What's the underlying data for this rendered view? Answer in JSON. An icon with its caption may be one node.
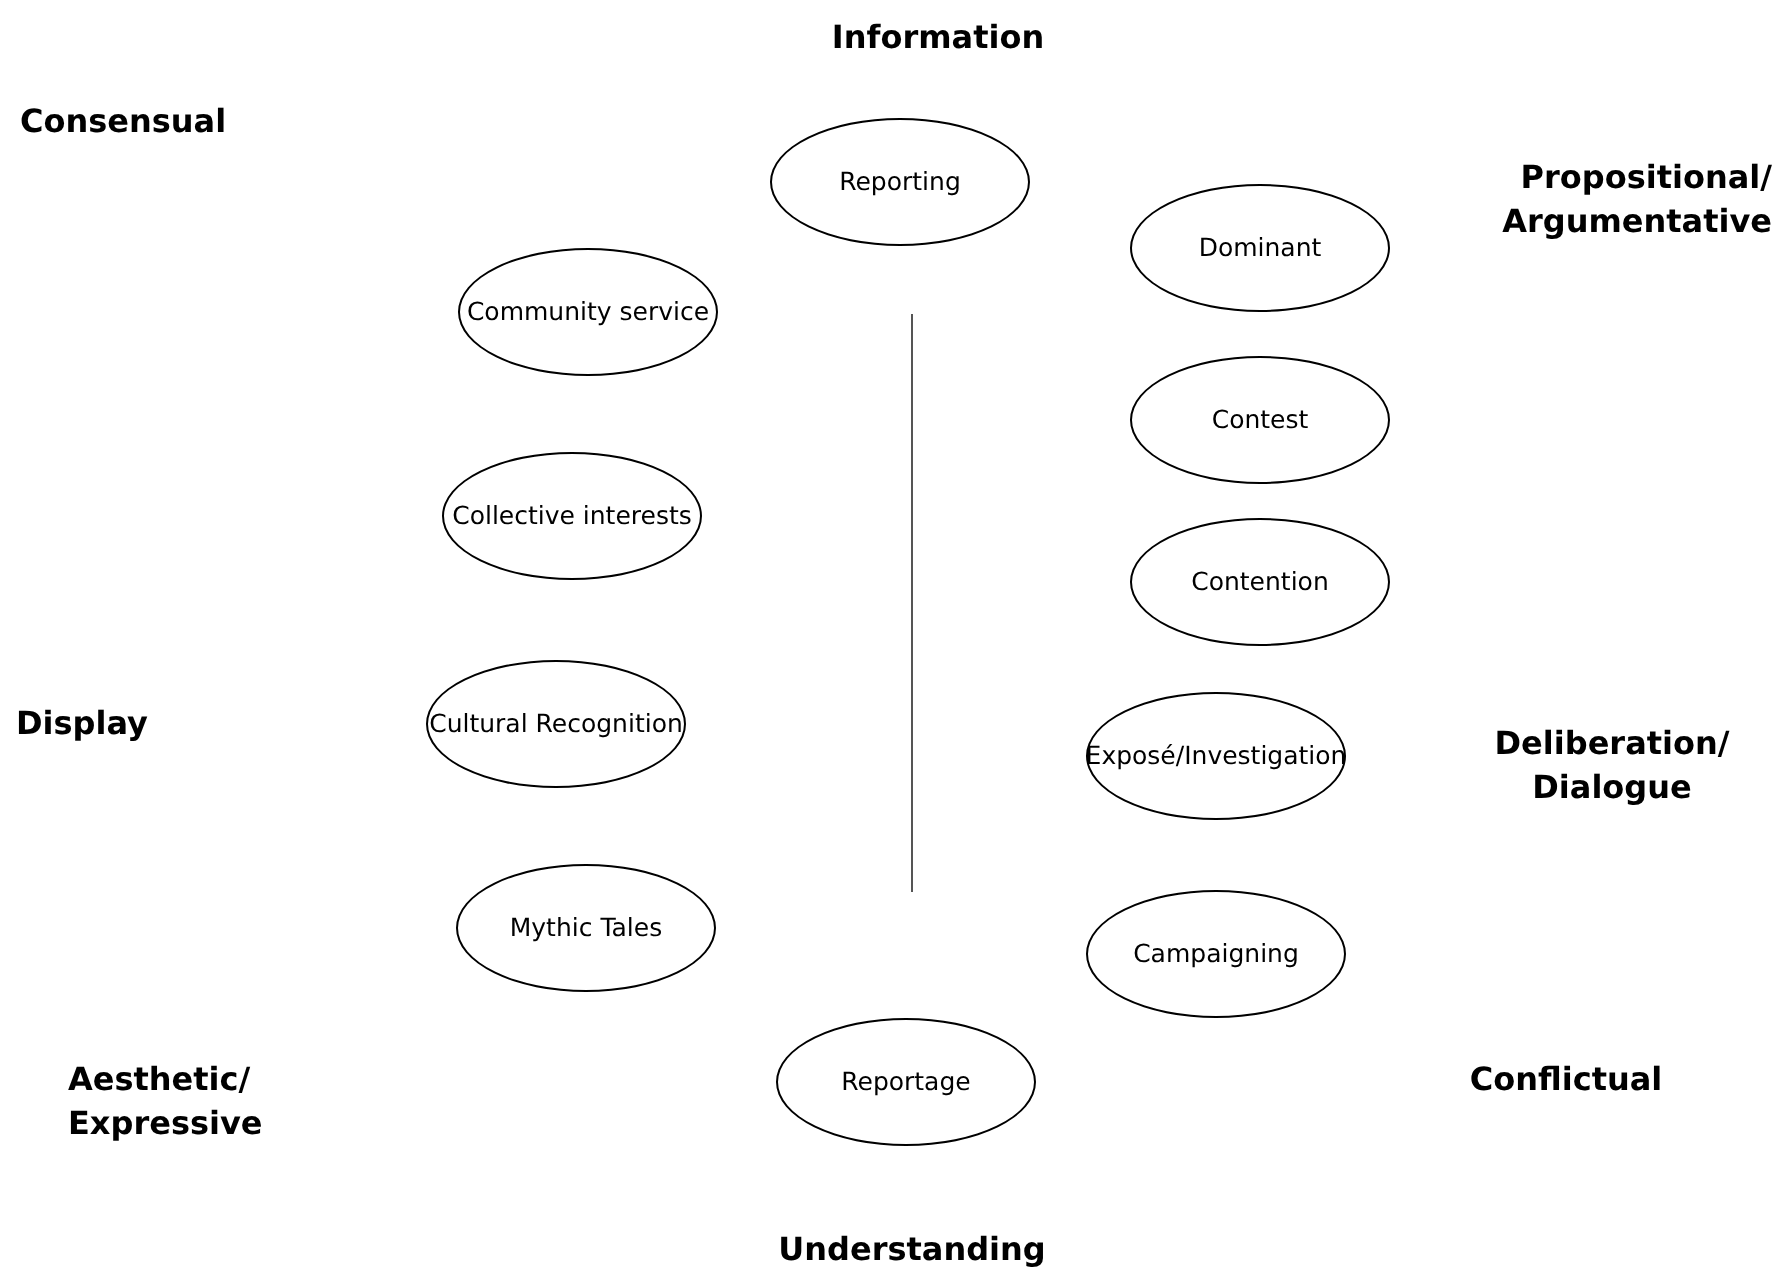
{
  "diagram": {
    "nodes": [
      {
        "text": [
          "Reporting"
        ]
      },
      {
        "text": [
          "Dominant"
        ]
      },
      {
        "text": [
          "Community service"
        ]
      },
      {
        "text": [
          "Contest"
        ]
      },
      {
        "text": [
          "Collective interests"
        ]
      },
      {
        "text": [
          "Contention"
        ]
      },
      {
        "text": [
          "Cultural Recognition"
        ]
      },
      {
        "text": [
          "Exposé/Investigation"
        ]
      },
      {
        "text": [
          "Mythic Tales"
        ]
      },
      {
        "text": [
          "Campaigning"
        ]
      },
      {
        "text": [
          "Reportage"
        ]
      }
    ],
    "labels": [
      "Information",
      "Consensual",
      "Propositional/ Argumentative",
      "Display",
      "Deliberation/ Dialogue",
      "Aesthetic/ Expressive",
      "Conflictual",
      "Understanding"
    ]
  }
}
